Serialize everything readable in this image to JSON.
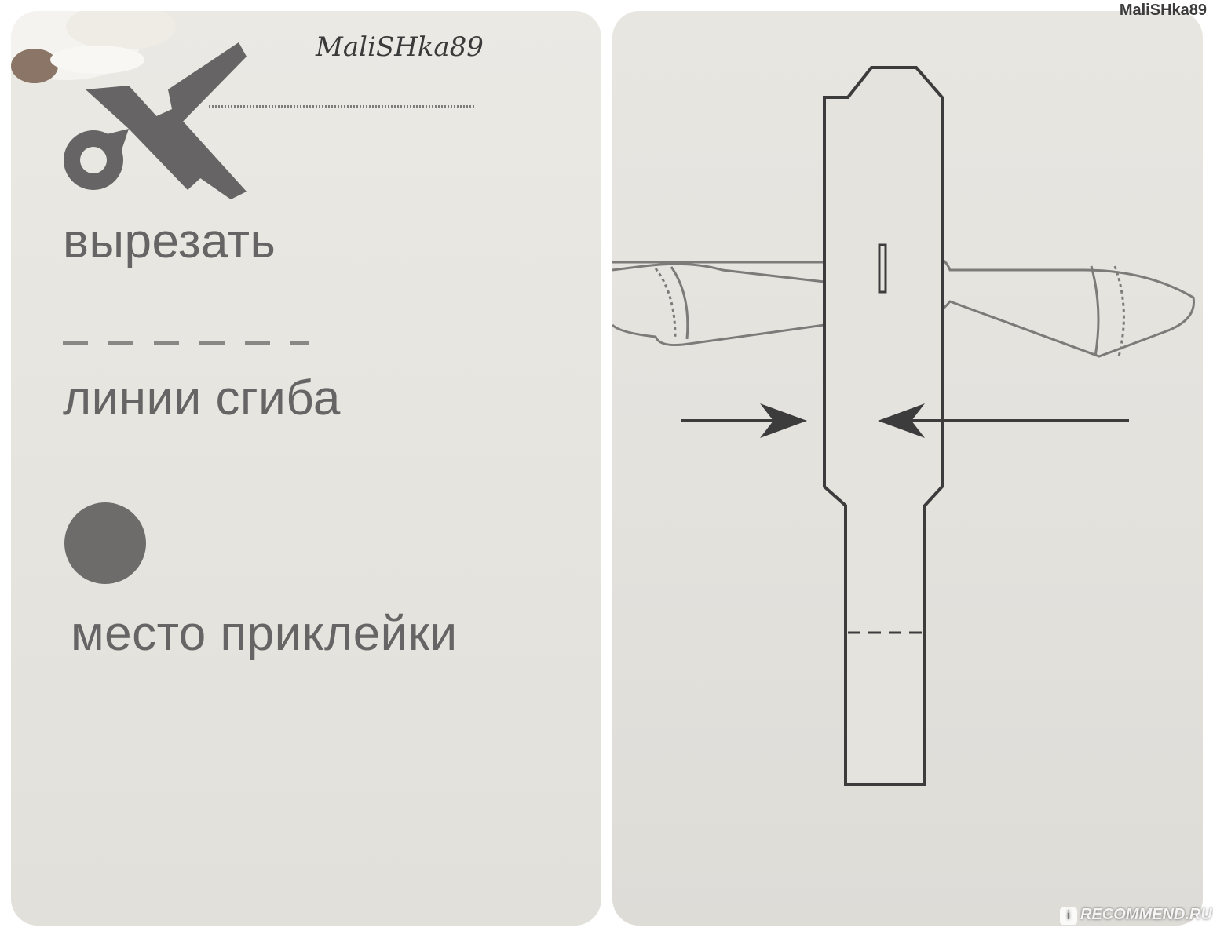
{
  "corner_username": "MaliSHka89",
  "signature": "MaliSHka89",
  "legend": {
    "cut_label": "вырезать",
    "fold_label": "линии сгиба",
    "glue_label": "место приклейки"
  },
  "watermark": {
    "badge": "i",
    "text": "RECOMMEND.RU"
  },
  "colors": {
    "ink": "#666464",
    "line": "#3c3c3c",
    "paper": "#e6e4de"
  },
  "icons": [
    "scissors-icon",
    "glue-dot-icon",
    "arrow-right-icon",
    "arrow-left-icon",
    "rabbit-ears-drawing"
  ]
}
